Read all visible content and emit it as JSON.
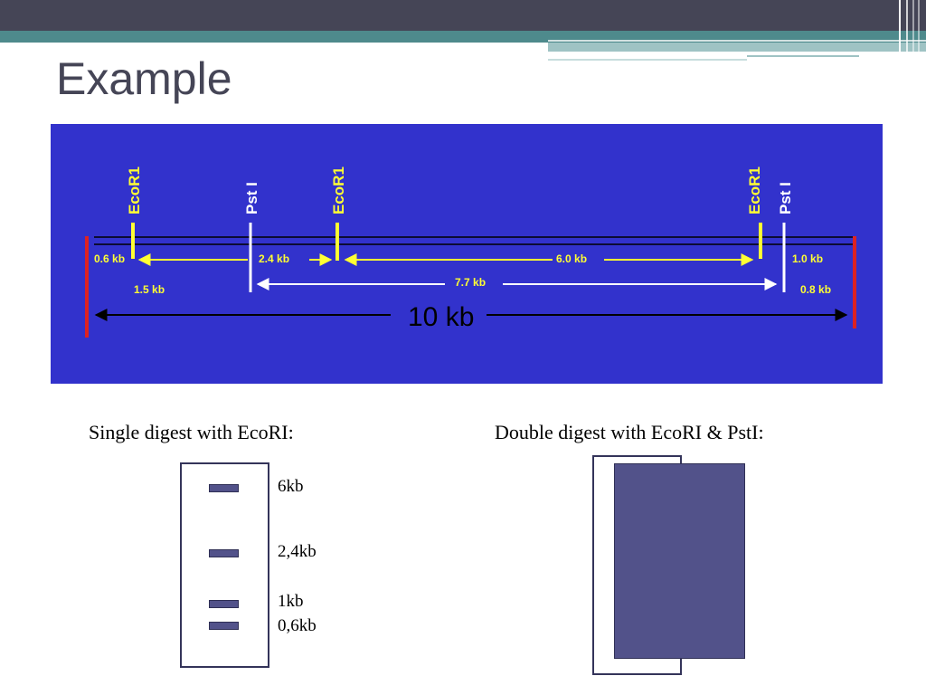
{
  "slide": {
    "title": "Example"
  },
  "map": {
    "sites": [
      {
        "name": "EcoR1",
        "color": "#ffff33"
      },
      {
        "name": "Pst I",
        "color": "#ffffff"
      },
      {
        "name": "EcoR1",
        "color": "#ffff33"
      },
      {
        "name": "EcoR1",
        "color": "#ffff33"
      },
      {
        "name": "Pst I",
        "color": "#ffffff"
      }
    ],
    "segments": {
      "seg1": "0.6 kb",
      "seg2": "2.4  kb",
      "seg3": "6.0  kb",
      "seg4": "1.0  kb",
      "span1": "1.5  kb",
      "span2": "7.7  kb",
      "span3": "0.8  kb",
      "total": "10 kb"
    },
    "colors": {
      "background": "#3232cc",
      "ecori": "#ffff33",
      "psti": "#ffffff",
      "ends": "#dd2222"
    }
  },
  "single": {
    "caption": "Single digest with EcoRI:",
    "bands": [
      "6kb",
      "2,4kb",
      "1kb",
      "0,6kb"
    ]
  },
  "double": {
    "caption": "Double digest with EcoRI & PstI:"
  }
}
